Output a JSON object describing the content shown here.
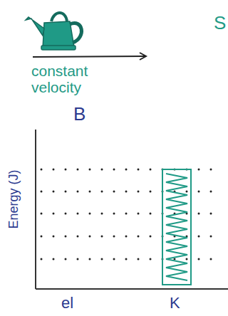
{
  "diagram": {
    "labels": [
      "constant velocity",
      "B",
      "Energy (J)",
      "el",
      "K",
      "S"
    ]
  }
}
